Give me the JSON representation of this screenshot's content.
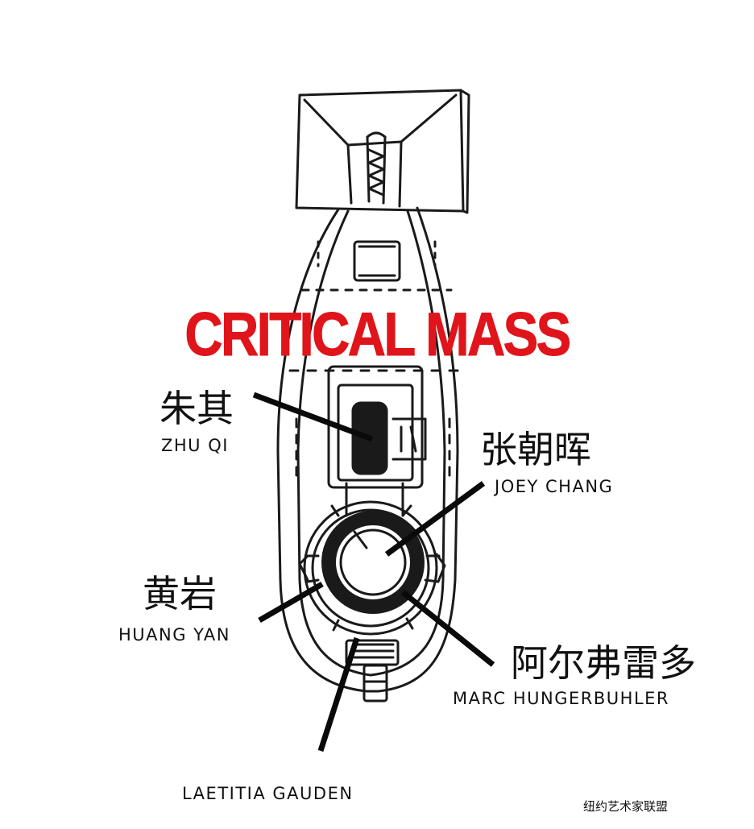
{
  "title": "CRITICAL MASS",
  "artists": [
    {
      "cn": "朱其",
      "en": "ZHU QI"
    },
    {
      "cn": "张朝晖",
      "en": "JOEY CHANG"
    },
    {
      "cn": "黄岩",
      "en": "HUANG YAN"
    },
    {
      "cn": "阿尔弗雷多",
      "en": "MARC HUNGERBUHLER"
    },
    {
      "cn": "",
      "en": "LAETITIA GAUDEN"
    }
  ],
  "footer": "纽约艺术家联盟",
  "colors": {
    "title": "#e0141b",
    "ink": "#111111",
    "background": "#ffffff"
  }
}
